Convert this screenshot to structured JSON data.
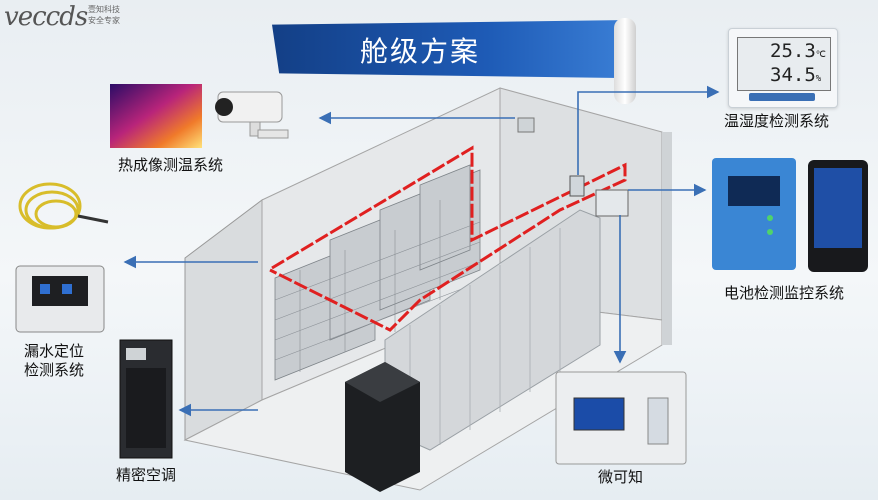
{
  "brand": {
    "logo_text": "veccds",
    "sub_line1": "壹知科技",
    "sub_line2": "安全专家"
  },
  "banner": {
    "title": "舱级方案"
  },
  "labels": {
    "thermal": "热成像测温系统",
    "temp_humidity": "温湿度检测系统",
    "battery": "电池检测监控系统",
    "leak_line1": "漏水定位",
    "leak_line2": "检测系统",
    "ac": "精密空调",
    "micro": "微可知"
  },
  "th_display": {
    "temp": "25.3",
    "temp_unit": "℃",
    "hum": "34.5",
    "hum_unit": "%"
  },
  "colors": {
    "arrow": "#3a6fb5",
    "red_line": "#e02020",
    "banner": "#1e5bb6"
  }
}
